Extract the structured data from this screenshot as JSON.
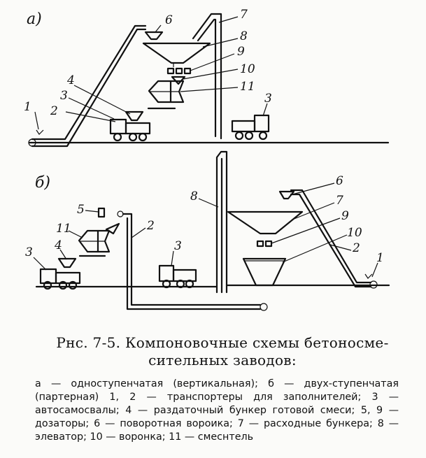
{
  "figure": {
    "panel_a": "а)",
    "panel_b": "б)",
    "labels_a": [
      "1",
      "2",
      "3",
      "4",
      "6",
      "7",
      "8",
      "9",
      "10",
      "11",
      "3"
    ],
    "labels_b": [
      "3",
      "4",
      "11",
      "5",
      "2",
      "3",
      "8",
      "6",
      "7",
      "9",
      "10",
      "2",
      "1"
    ]
  },
  "caption": {
    "title": "Рнс. 7-5. Компоновочные схемы бетоносме-сительных заводов:",
    "legend": "а — одноступенчатая (вертикальная); б — двух-ступенчатая (партерная) 1, 2 — транспортеры для заполнителей; 3 — автосамосвалы; 4 — раздаточный бункер готовой смеси; 5, 9 — дозаторы; 6 — поворотная вороика; 7 — расходные бункера; 8 — элеватор; 10 — воронка; 11 — смеснтель"
  }
}
